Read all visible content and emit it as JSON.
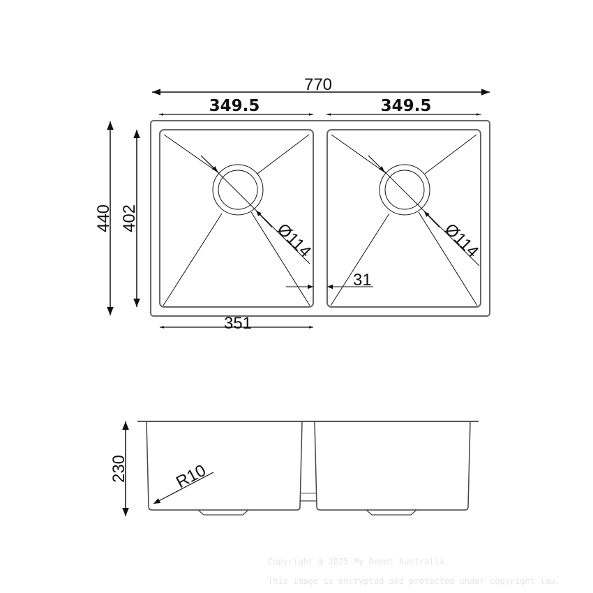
{
  "drawing": {
    "title": "Double bowl sink technical drawing",
    "top_view": {
      "overall_width": "770",
      "bowl_width_left": "349.5",
      "bowl_width_right": "349.5",
      "overall_depth": "440",
      "bowl_depth": "402",
      "bowl_inner_width": "351",
      "center_divider": "31",
      "drain_left": "Ø114",
      "drain_right": "Ø114"
    },
    "side_view": {
      "height": "230",
      "corner_radius": "R10"
    }
  },
  "watermark": {
    "line1": "Copyright @ 2025 My Depot Australia.",
    "line2": "This image is encrypted and protected under copyright law."
  }
}
